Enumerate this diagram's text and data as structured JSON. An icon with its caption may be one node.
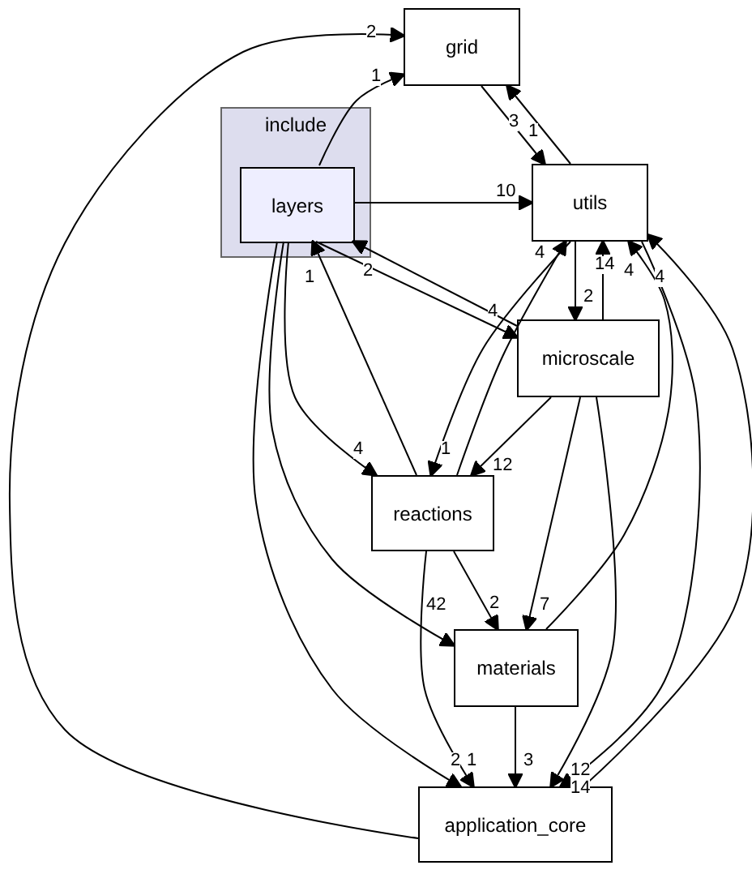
{
  "diagram": {
    "nodes": [
      {
        "text": [
          "include"
        ]
      },
      {
        "text": [
          "layers"
        ],
        "in": 0
      },
      {
        "text": [
          "grid"
        ]
      },
      {
        "text": [
          "utils"
        ]
      },
      {
        "text": [
          "microscale"
        ]
      },
      {
        "text": [
          "reactions"
        ]
      },
      {
        "text": [
          "materials"
        ]
      },
      {
        "text": [
          "application_core"
        ]
      }
    ],
    "edges": [
      {
        "from": 7,
        "to": 2,
        "arrow": "to",
        "label": "2"
      },
      {
        "from": 1,
        "to": 2,
        "arrow": "to",
        "label": "1"
      },
      {
        "from": 2,
        "to": 3,
        "arrow": "to",
        "label": "3"
      },
      {
        "from": 3,
        "to": 2,
        "arrow": "to",
        "label": "1"
      },
      {
        "from": 1,
        "to": 3,
        "arrow": "to",
        "label": "10"
      },
      {
        "from": 3,
        "to": 4,
        "arrow": "to",
        "label": "2"
      },
      {
        "from": 4,
        "to": 3,
        "arrow": "to",
        "label": "14"
      },
      {
        "from": 1,
        "to": 4,
        "arrow": "to",
        "label": "4"
      },
      {
        "from": 4,
        "to": 1,
        "arrow": "to",
        "label": "2"
      },
      {
        "from": 5,
        "to": 1,
        "arrow": "to",
        "label": "1"
      },
      {
        "from": 3,
        "to": 5,
        "arrow": "to",
        "label": "1"
      },
      {
        "from": 5,
        "to": 3,
        "arrow": "to",
        "label": "4"
      },
      {
        "from": 1,
        "to": 5,
        "arrow": "to",
        "label": "4"
      },
      {
        "from": 4,
        "to": 5,
        "arrow": "to",
        "label": "12"
      },
      {
        "from": 5,
        "to": 6,
        "arrow": "to",
        "label": "2"
      },
      {
        "from": 4,
        "to": 6,
        "arrow": "to",
        "label": "7"
      },
      {
        "from": 1,
        "to": 6,
        "arrow": "to",
        "label": "42"
      },
      {
        "from": 1,
        "to": 7,
        "arrow": "to",
        "label": "2"
      },
      {
        "from": 5,
        "to": 7,
        "arrow": "to",
        "label": "1"
      },
      {
        "from": 6,
        "to": 7,
        "arrow": "to",
        "label": "3"
      },
      {
        "from": 6,
        "to": 3,
        "arrow": "to",
        "label": "4"
      },
      {
        "from": 4,
        "to": 7,
        "arrow": "to",
        "label": "12"
      },
      {
        "from": 3,
        "to": 7,
        "arrow": "to",
        "label": "14"
      },
      {
        "from": 7,
        "to": 3,
        "arrow": "to",
        "label": "4"
      }
    ]
  }
}
